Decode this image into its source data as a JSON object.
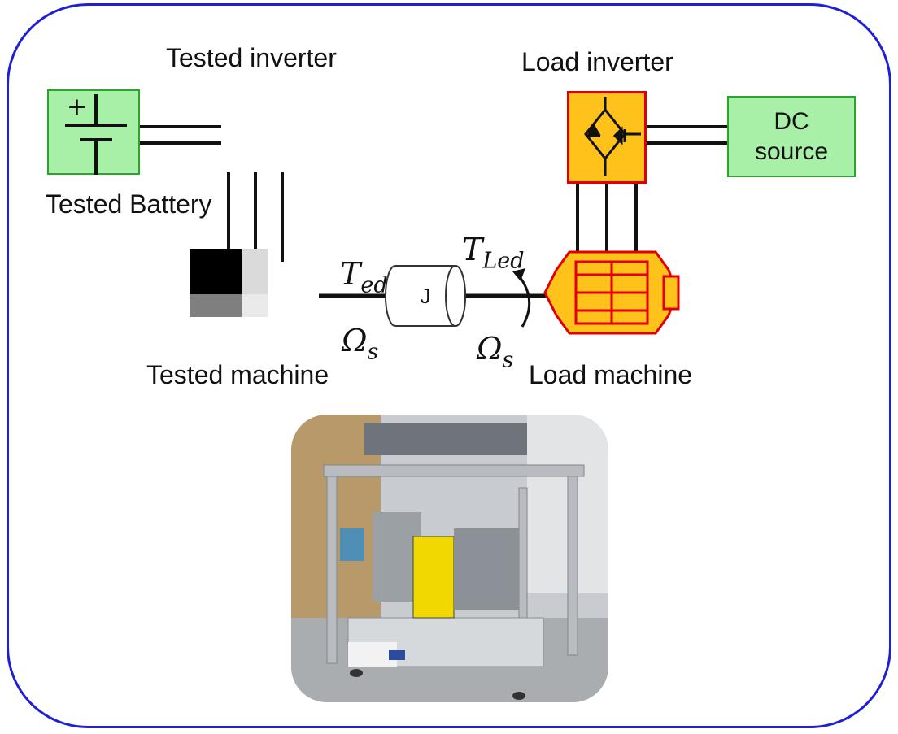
{
  "labels": {
    "tested_inverter": "Tested inverter",
    "load_inverter": "Load inverter",
    "tested_battery": "Tested Battery",
    "dc_source_line1": "DC",
    "dc_source_line2": "source",
    "tested_machine": "Tested machine",
    "load_machine": "Load machine",
    "inertia": "J"
  },
  "math": {
    "torque_em_base": "T",
    "torque_em_sub": "ed",
    "torque_load_base": "T",
    "torque_load_sub": "Led",
    "speed_left_base": "Ω",
    "speed_left_sub": "s",
    "speed_right_base": "Ω",
    "speed_right_sub": "s"
  },
  "battery_symbol": "+",
  "colors": {
    "frame_border": "#1f1fd6",
    "green_fill": "#a8f0a8",
    "green_border": "#2aa52a",
    "inverter_fill": "#ffc21a",
    "inverter_border": "#e00000"
  }
}
